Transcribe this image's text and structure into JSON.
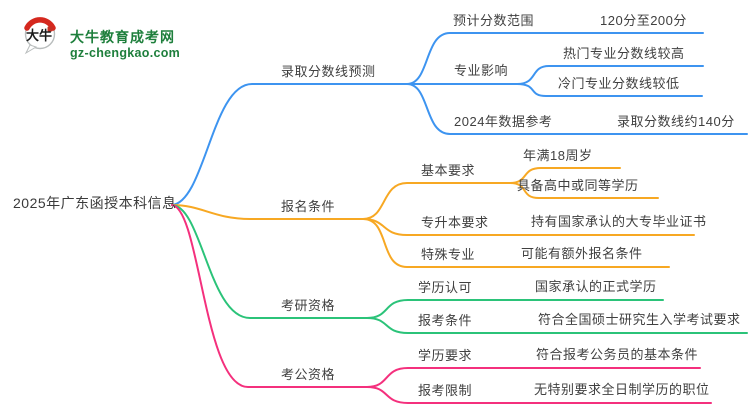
{
  "logo": {
    "icon_text": "大牛",
    "site_name": "大牛教育成考网",
    "site_url": "gz-chengkao.com"
  },
  "colors": {
    "branch_blue": "#3d94f0",
    "branch_orange": "#f7a823",
    "branch_green": "#2bc379",
    "branch_pink": "#f4307d",
    "node_text": "#404040",
    "logo_green": "#1e7f3c",
    "logo_red": "#d5281e"
  },
  "mindmap": {
    "root": "2025年广东函授本科信息",
    "branches": [
      {
        "label": "录取分数线预测",
        "color": "#3d94f0",
        "children": [
          {
            "label": "预计分数范围",
            "value": "120分至200分"
          },
          {
            "label": "专业影响",
            "children": [
              "热门专业分数线较高",
              "冷门专业分数线较低"
            ]
          },
          {
            "label": "2024年数据参考",
            "value": "录取分数线约140分"
          }
        ]
      },
      {
        "label": "报名条件",
        "color": "#f7a823",
        "children": [
          {
            "label": "基本要求",
            "children": [
              "年满18周岁",
              "具备高中或同等学历"
            ]
          },
          {
            "label": "专升本要求",
            "value": "持有国家承认的大专毕业证书"
          },
          {
            "label": "特殊专业",
            "value": "可能有额外报名条件"
          }
        ]
      },
      {
        "label": "考研资格",
        "color": "#2bc379",
        "children": [
          {
            "label": "学历认可",
            "value": "国家承认的正式学历"
          },
          {
            "label": "报考条件",
            "value": "符合全国硕士研究生入学考试要求"
          }
        ]
      },
      {
        "label": "考公资格",
        "color": "#f4307d",
        "children": [
          {
            "label": "学历要求",
            "value": "符合报考公务员的基本条件"
          },
          {
            "label": "报考限制",
            "value": "无特别要求全日制学历的职位"
          }
        ]
      }
    ]
  }
}
